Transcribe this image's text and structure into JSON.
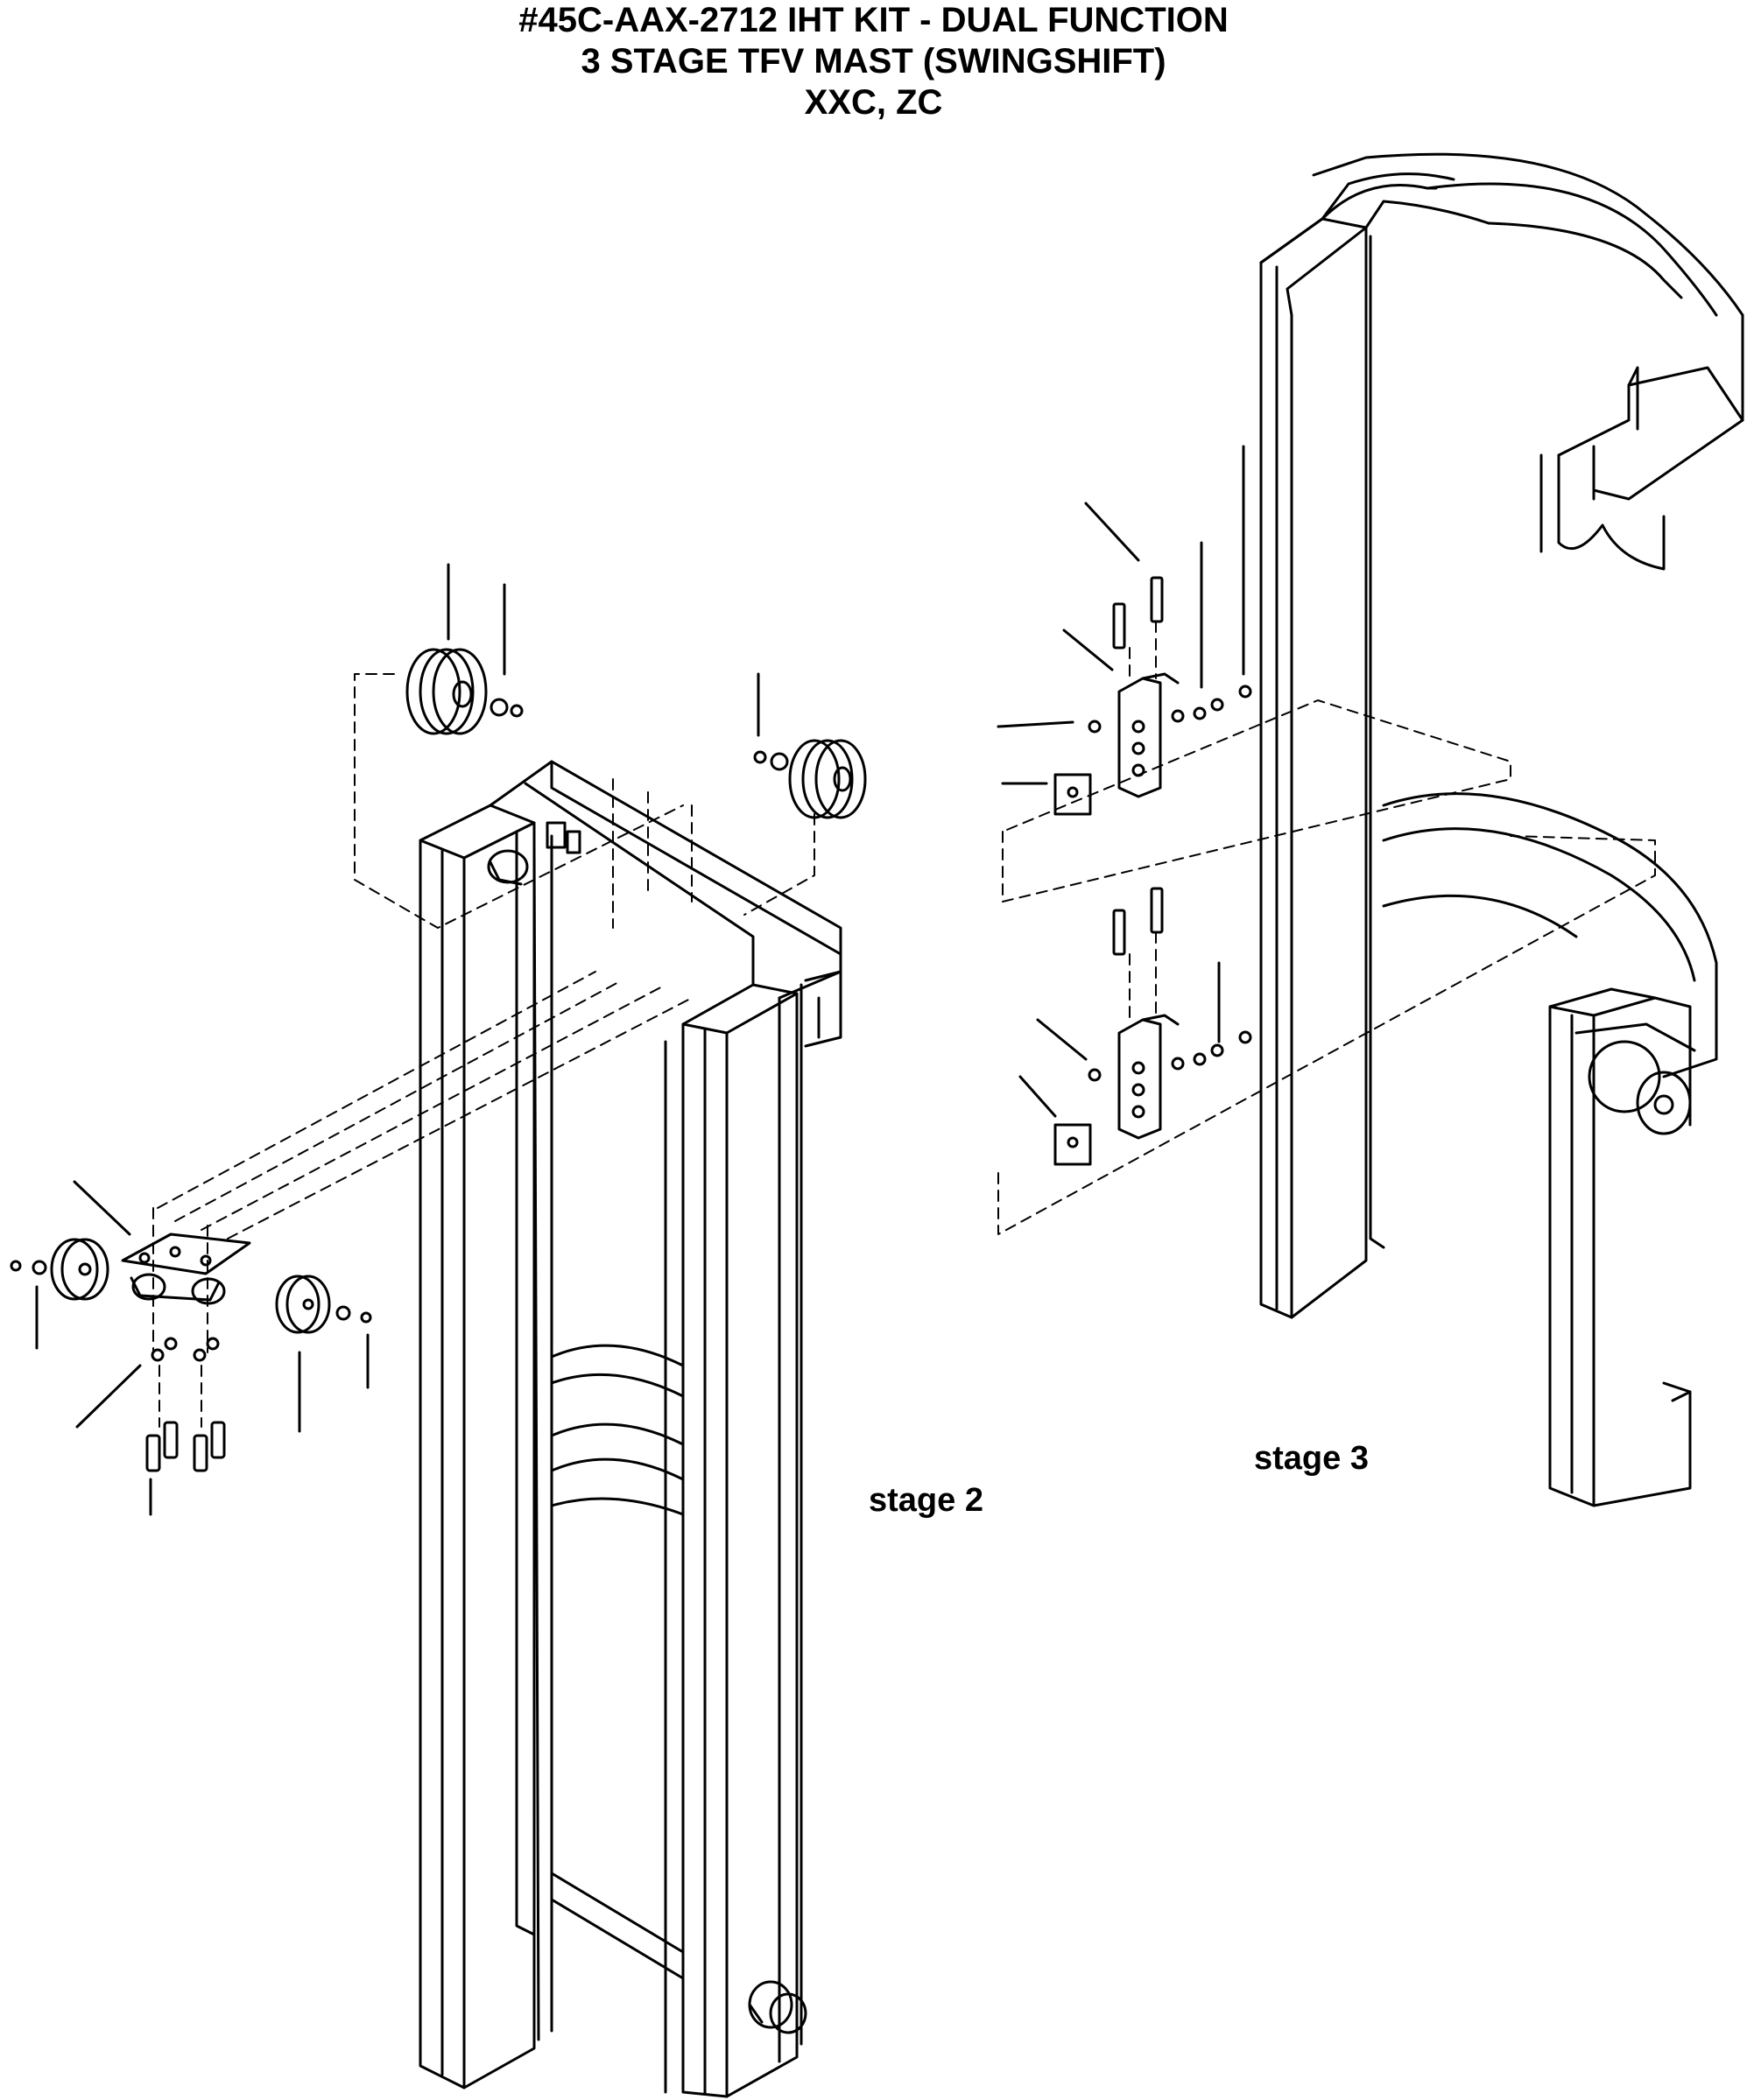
{
  "title": {
    "line1": "#45C-AAX-2712 IHT KIT - DUAL FUNCTION",
    "line2": "3 STAGE TFV MAST (SWINGSHIFT)",
    "line3": "XXC, ZC"
  },
  "labels": {
    "stage2": "stage 2",
    "stage3": "stage 3"
  },
  "colors": {
    "line": "#000000",
    "background": "#ffffff"
  }
}
